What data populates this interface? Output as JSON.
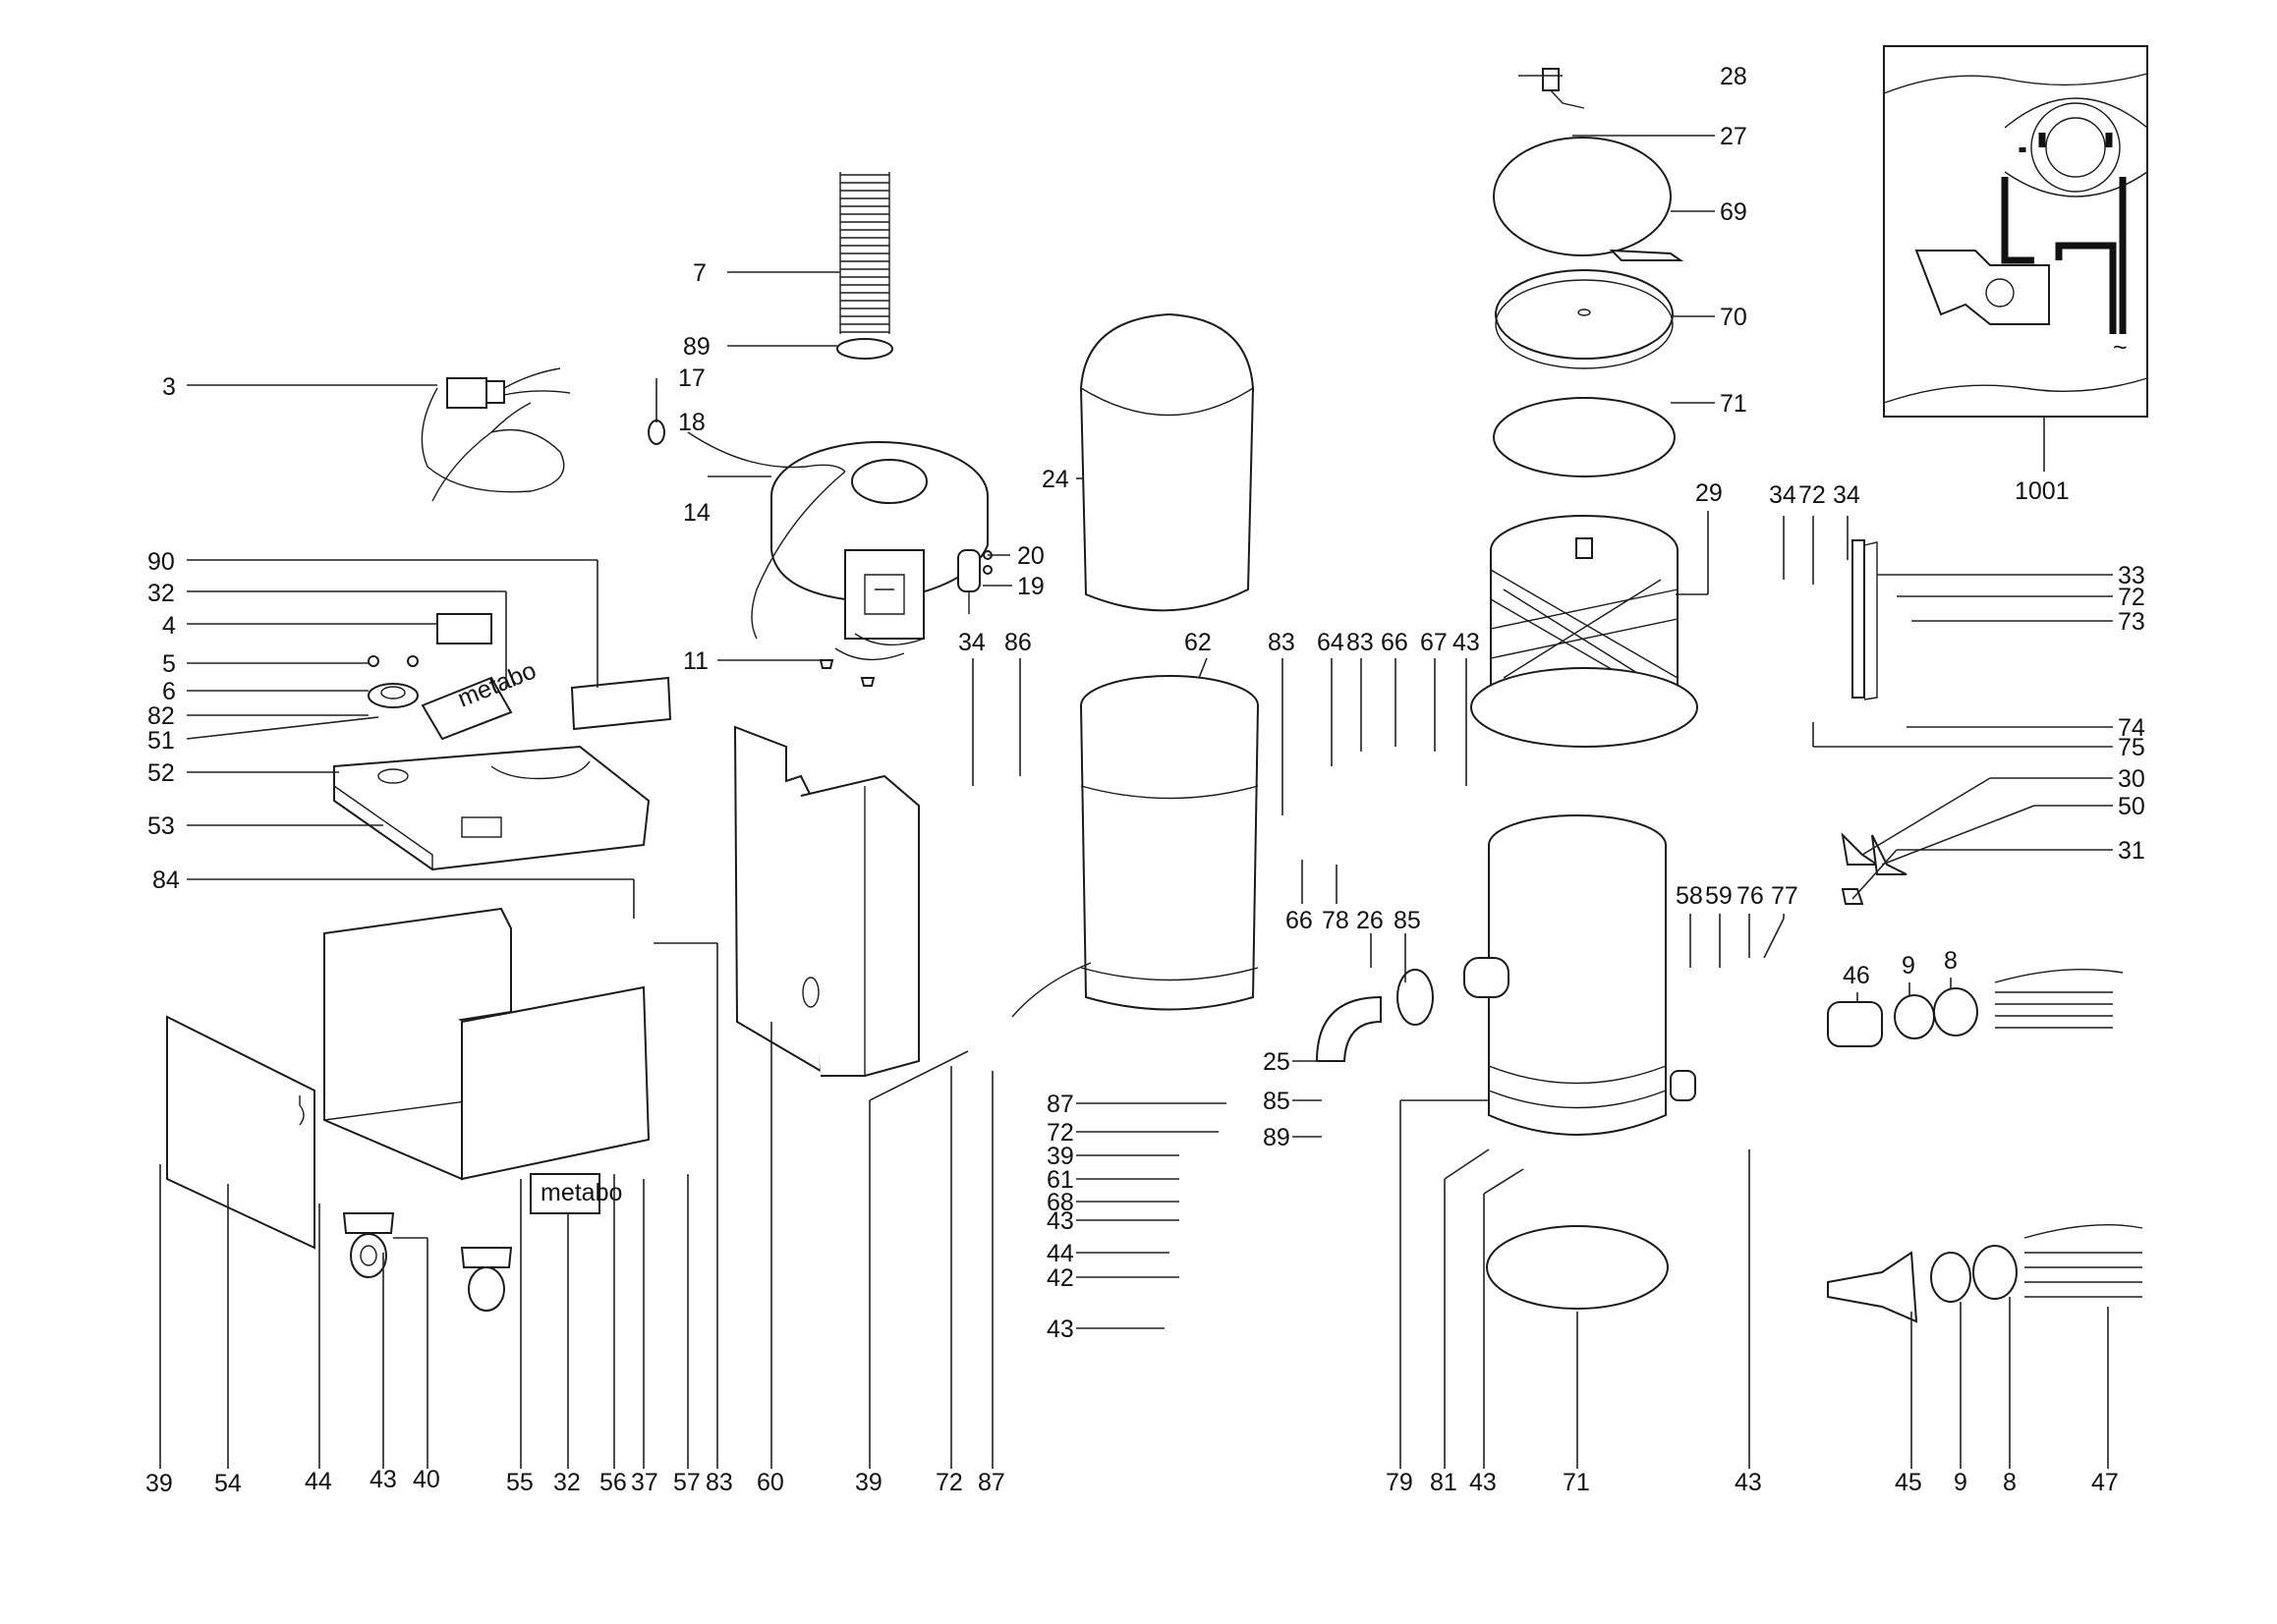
{
  "callouts": {
    "c3": "3",
    "c7": "7",
    "c89a": "89",
    "c17": "17",
    "c18": "18",
    "c14": "14",
    "c20": "20",
    "c19": "19",
    "c11": "11",
    "c90": "90",
    "c32a": "32",
    "c4": "4",
    "c5": "5",
    "c6": "6",
    "c82": "82",
    "c51": "51",
    "c52": "52",
    "c53": "53",
    "c84": "84",
    "c34a": "34",
    "c86": "86",
    "c24": "24",
    "c62": "62",
    "c28": "28",
    "c27": "27",
    "c69": "69",
    "c70": "70",
    "c71a": "71",
    "c29": "29",
    "c83a": "83",
    "c64": "64",
    "c83b": "83",
    "c66a": "66",
    "c67": "67",
    "c43a": "43",
    "c66b": "66",
    "c78": "78",
    "c26": "26",
    "c85a": "85",
    "c25": "25",
    "c85b": "85",
    "c89b": "89",
    "c87a": "87",
    "c72a": "72",
    "c39a": "39",
    "c61": "61",
    "c68": "68",
    "c43b": "43",
    "c44a": "44",
    "c42": "42",
    "c43c": "43",
    "c34b": "34",
    "c72b": "72",
    "c34c": "34",
    "c33": "33",
    "c72c": "72",
    "c73": "73",
    "c74": "74",
    "c75": "75",
    "c30": "30",
    "c50": "50",
    "c31": "31",
    "c58": "58",
    "c59": "59",
    "c76": "76",
    "c77": "77",
    "c46": "46",
    "c9a": "9",
    "c8a": "8",
    "c1001": "1001",
    "b39a": "39",
    "b54": "54",
    "b44": "44",
    "b43a": "43",
    "b40": "40",
    "b55": "55",
    "b32": "32",
    "b56": "56",
    "b37": "37",
    "b57": "57",
    "b83": "83",
    "b60": "60",
    "b39b": "39",
    "b72": "72",
    "b87": "87",
    "b79": "79",
    "b81": "81",
    "b43b": "43",
    "b71": "71",
    "b43c": "43",
    "b45": "45",
    "b9": "9",
    "b8": "8",
    "b47": "47"
  },
  "labels": {
    "brand_decal_top": "metabo",
    "brand_decal_panel": "metabo"
  }
}
